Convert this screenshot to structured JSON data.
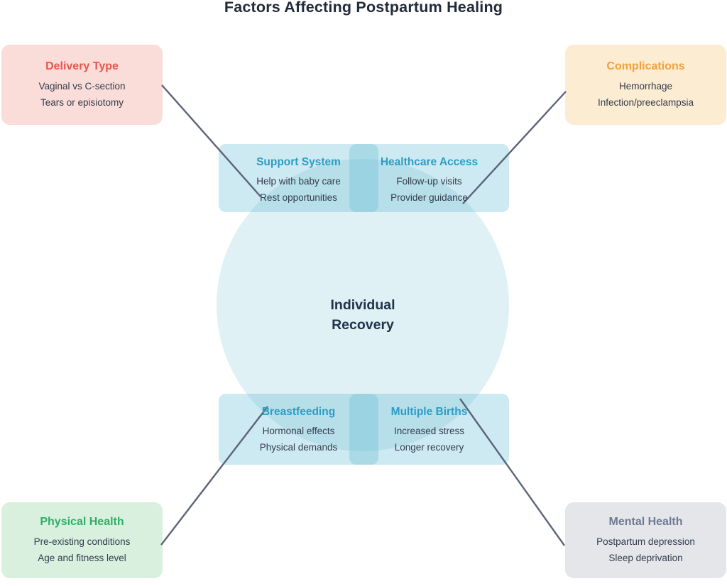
{
  "title": "Factors Affecting Postpartum Healing",
  "center": {
    "line1": "Individual",
    "line2": "Recovery"
  },
  "nodes": {
    "delivery": {
      "title": "Delivery Type",
      "line1": "Vaginal vs C-section",
      "line2": "Tears or episiotomy"
    },
    "complications": {
      "title": "Complications",
      "line1": "Hemorrhage",
      "line2": "Infection/preeclampsia"
    },
    "physical": {
      "title": "Physical Health",
      "line1": "Pre-existing conditions",
      "line2": "Age and fitness level"
    },
    "mental": {
      "title": "Mental Health",
      "line1": "Postpartum depression",
      "line2": "Sleep deprivation"
    },
    "support": {
      "title": "Support System",
      "line1": "Help with baby care",
      "line2": "Rest opportunities"
    },
    "healthcare": {
      "title": "Healthcare Access",
      "line1": "Follow-up visits",
      "line2": "Provider guidance"
    },
    "breastfeeding": {
      "title": "Breastfeeding",
      "line1": "Hormonal effects",
      "line2": "Physical demands"
    },
    "multiple": {
      "title": "Multiple Births",
      "line1": "Increased stress",
      "line2": "Longer recovery"
    }
  },
  "colors": {
    "title_text": "#212b3b",
    "body_text": "#333b4d",
    "connector_line": "#5c6477",
    "circle_tint": "#dff1f5",
    "inner_box_tint": "#cdeaf2",
    "inner_heading": "#2b9dc4",
    "delivery_bg": "#fadcd9",
    "delivery_heading": "#e8574d",
    "complications_bg": "#fcecd2",
    "complications_heading": "#f0a33c",
    "physical_bg": "#d9f0de",
    "physical_heading": "#2fae66",
    "mental_bg": "#e4e6ea",
    "mental_heading": "#6f7a93"
  }
}
